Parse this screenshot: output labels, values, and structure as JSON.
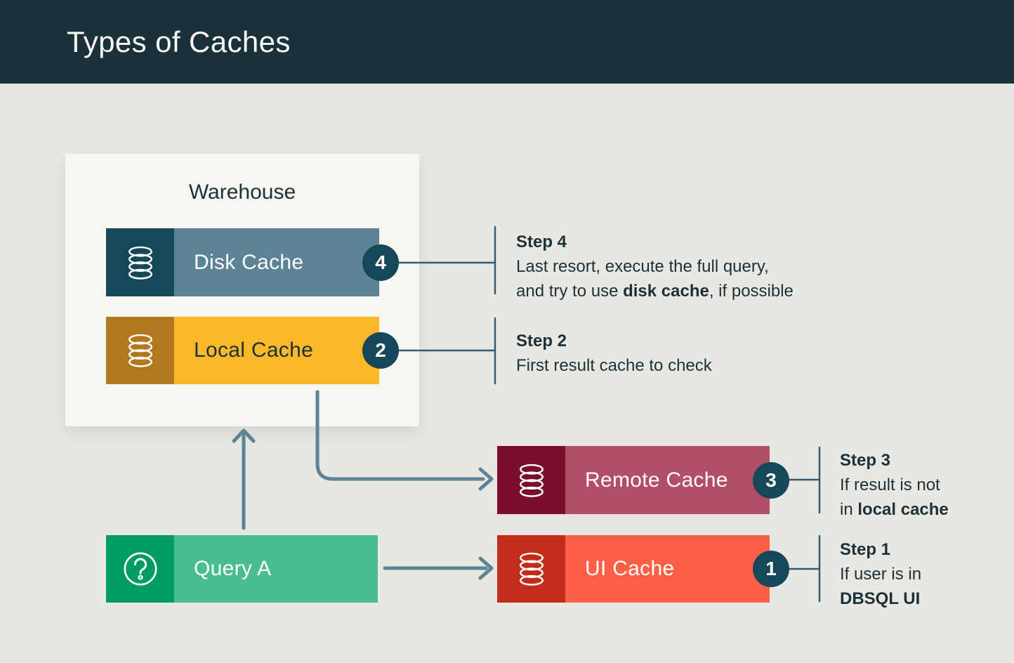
{
  "header": {
    "title": "Types of Caches"
  },
  "warehouse": {
    "label": "Warehouse"
  },
  "nodes": {
    "disk": {
      "label": "Disk Cache",
      "badge": "4",
      "icon": "database-icon",
      "icon_bg": "#15495A",
      "bar_bg": "#5D8496",
      "text_color": "#FFFFFF"
    },
    "local": {
      "label": "Local Cache",
      "badge": "2",
      "icon": "database-icon",
      "icon_bg": "#B1781E",
      "bar_bg": "#FBB829",
      "text_color": "#1B3139"
    },
    "remote": {
      "label": "Remote Cache",
      "badge": "3",
      "icon": "database-icon",
      "icon_bg": "#7B0D2D",
      "bar_bg": "#B24E68",
      "text_color": "#FFFFFF"
    },
    "ui": {
      "label": "UI Cache",
      "badge": "1",
      "icon": "database-icon",
      "icon_bg": "#C32B1B",
      "bar_bg": "#FC5F46",
      "text_color": "#FFFFFF"
    },
    "query": {
      "label": "Query A",
      "icon": "question-mark-icon",
      "icon_bg": "#009C64",
      "bar_bg": "#47BD90",
      "text_color": "#FFFFFF"
    }
  },
  "steps": {
    "step4": {
      "title": "Step 4",
      "line1": "Last resort, execute the full query,",
      "line2_pre": "and try to use ",
      "line2_bold": "disk cache",
      "line2_post": ", if possible"
    },
    "step2": {
      "title": "Step 2",
      "line1": "First result cache to check"
    },
    "step3": {
      "title": "Step 3",
      "line1": "If result is not",
      "line2_pre": "in ",
      "line2_bold": "local cache"
    },
    "step1": {
      "title": "Step 1",
      "line1": "If user is in",
      "line2_bold": "DBSQL UI"
    }
  },
  "colors": {
    "header_bg": "#1B3139",
    "page_bg": "#E9E7E2",
    "panel_bg": "#F8F6F1",
    "badge_bg": "#17485A",
    "arrow": "#5D8496",
    "connector": "#2E5F70",
    "step_text": "#1B3139"
  }
}
